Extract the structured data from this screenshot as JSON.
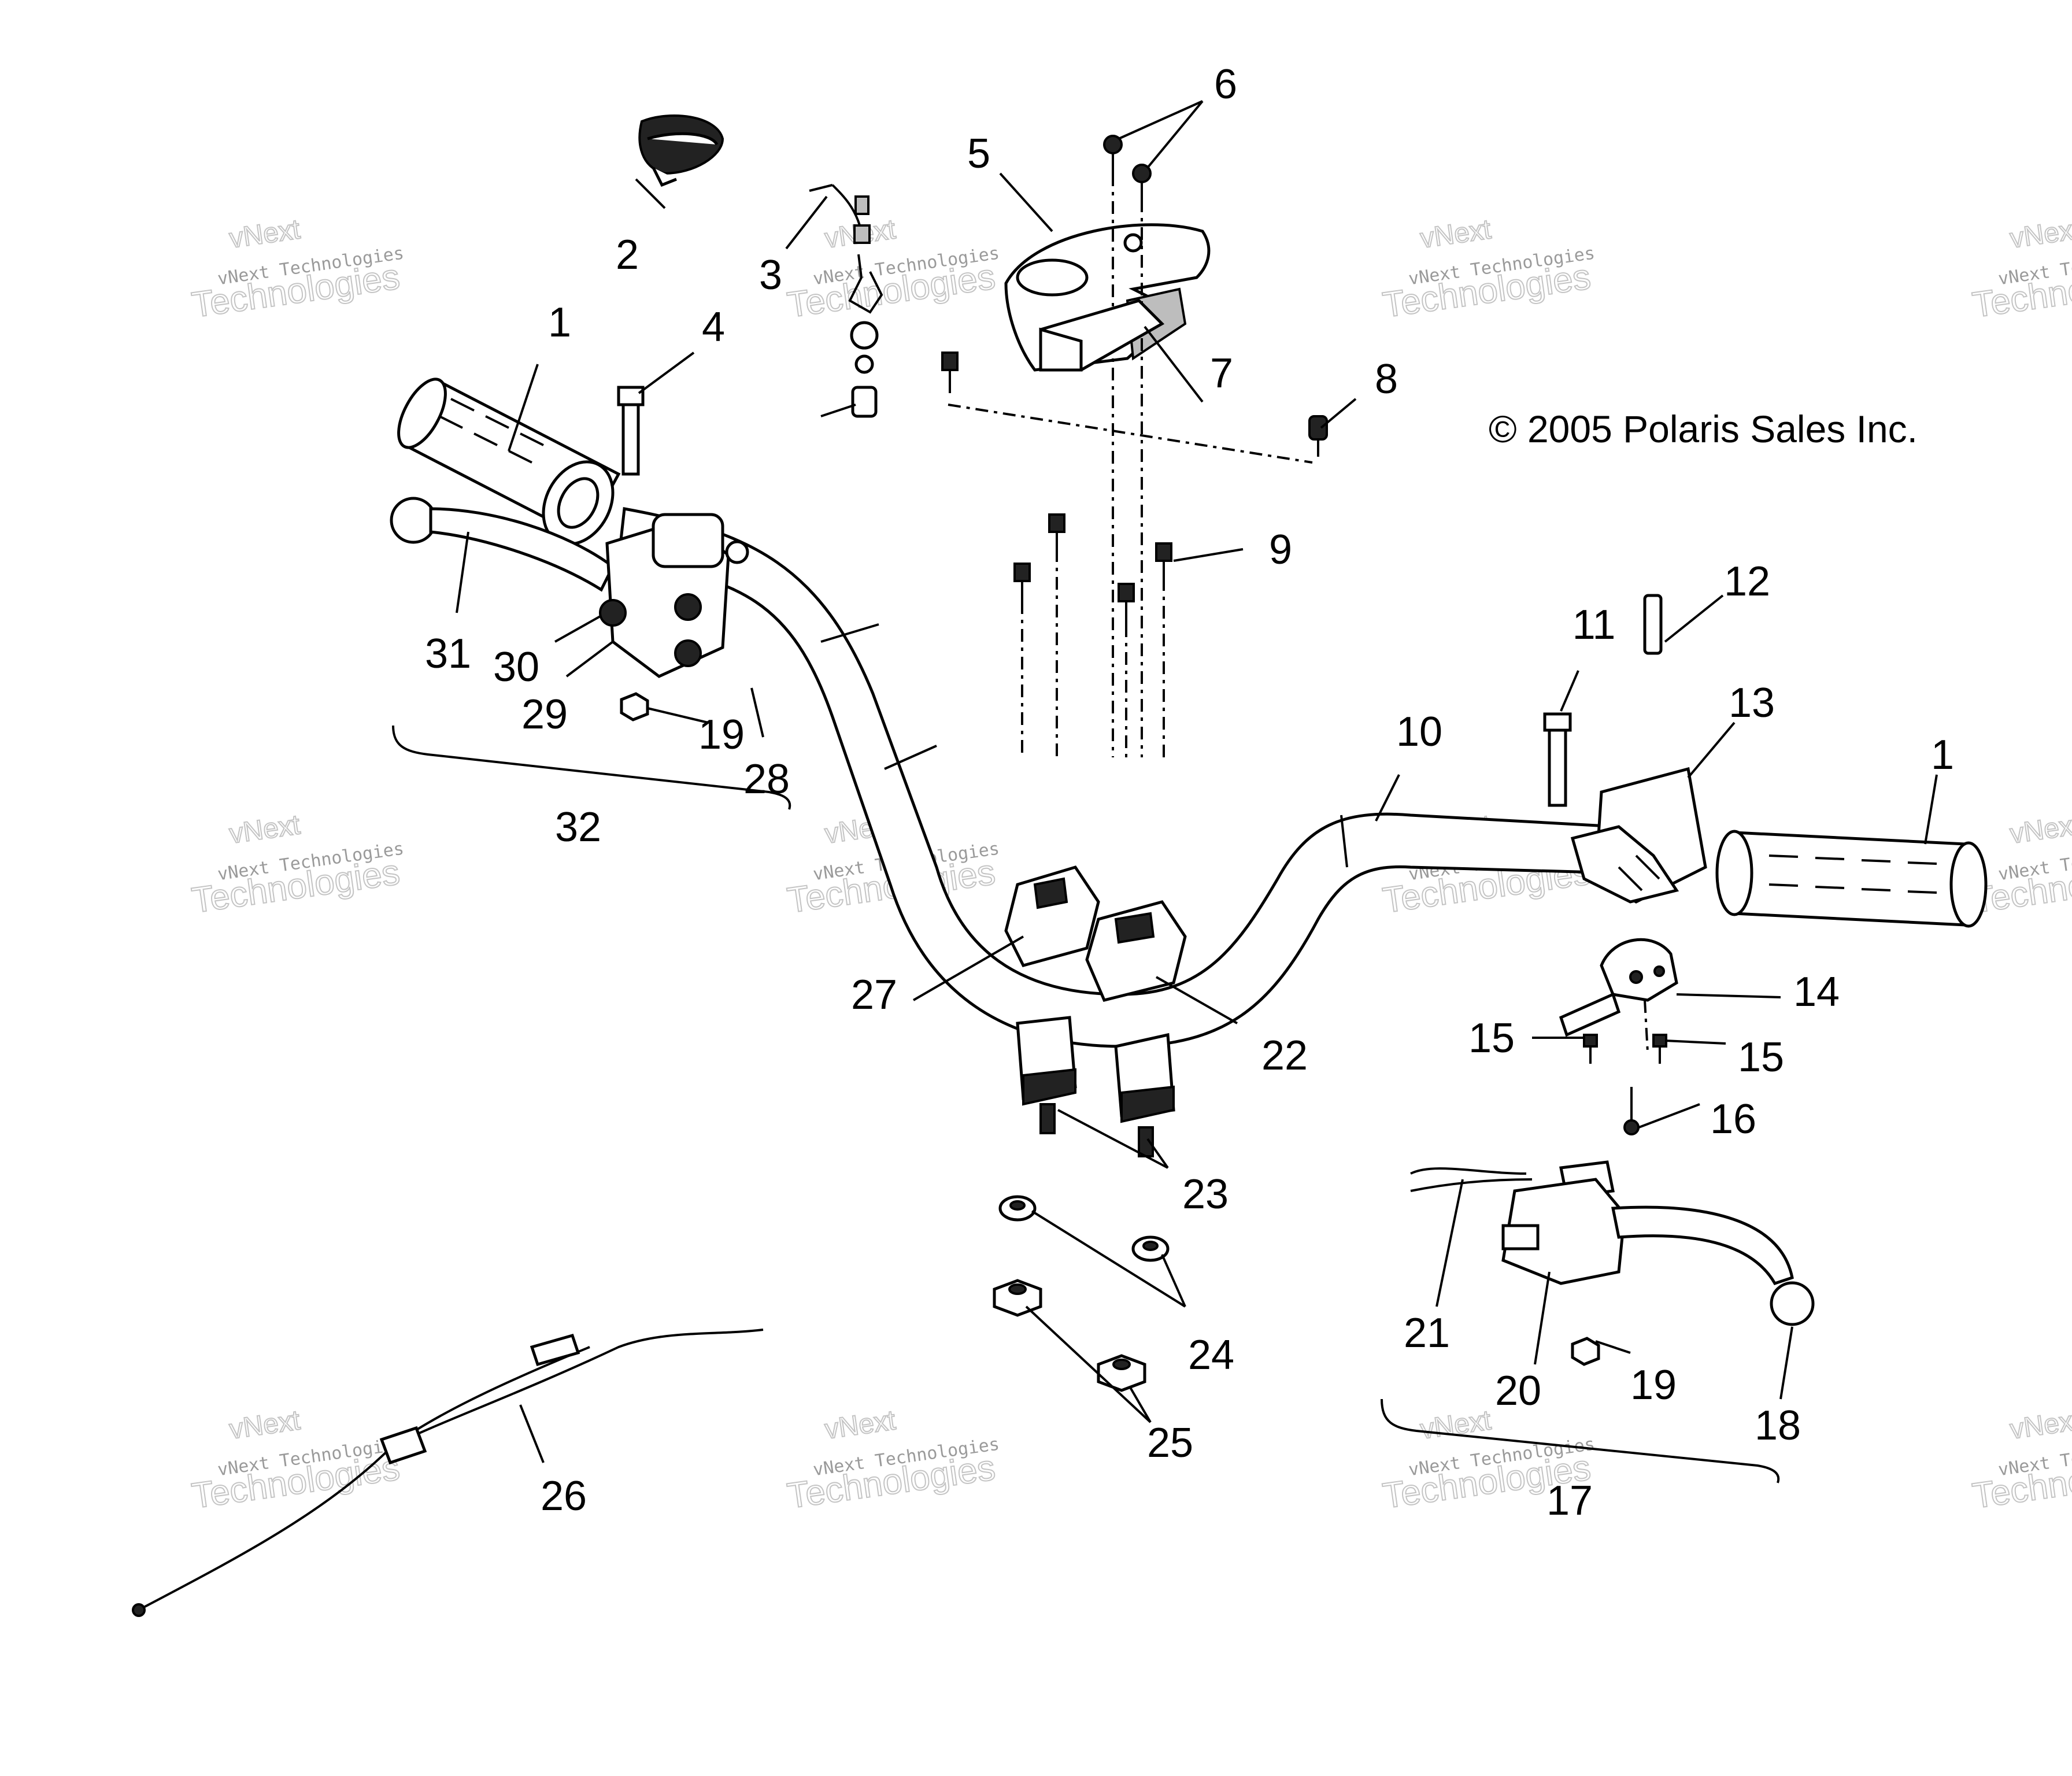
{
  "copyright": "© 2005 Polaris Sales Inc.",
  "watermark": {
    "line1": "vNext Technologies",
    "line2": "vNext",
    "line3": "Technologies"
  },
  "callouts": [
    "1",
    "2",
    "3",
    "4",
    "5",
    "6",
    "7",
    "8",
    "9",
    "10",
    "11",
    "12",
    "13",
    "1",
    "14",
    "15",
    "15",
    "16",
    "31",
    "30",
    "29",
    "19",
    "28",
    "32",
    "27",
    "22",
    "23",
    "24",
    "25",
    "26",
    "21",
    "20",
    "19",
    "18",
    "17"
  ]
}
